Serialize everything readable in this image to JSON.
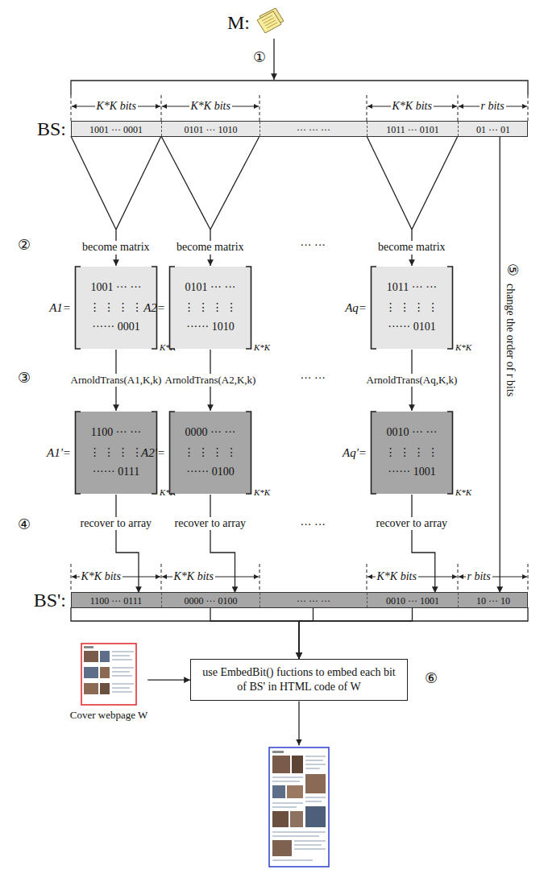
{
  "diagram": {
    "nodes": [
      {
        "text": [
          "BS:"
        ]
      },
      {
        "text": [
          "1001 ··· 0001"
        ],
        "in": 0
      },
      {
        "text": [
          "0101 ··· 1010"
        ],
        "in": 0
      },
      {
        "text": [
          "··· ··· ···"
        ],
        "in": 0
      },
      {
        "text": [
          "1011 ··· 0101"
        ],
        "in": 0
      },
      {
        "text": [
          "01 ··· 01"
        ],
        "in": 0
      },
      {
        "text": [
          "A1=",
          "1001 ··· ···",
          "⋮ ⋮ ⋮ ⋮",
          "······ 0001",
          "K*K"
        ]
      },
      {
        "text": [
          "A2=",
          "0101 ··· ···",
          "⋮ ⋮ ⋮ ⋮",
          "······ 1010",
          "K*K"
        ]
      },
      {
        "text": [
          "Aq=",
          "1011 ··· ···",
          "⋮ ⋮ ⋮ ⋮",
          "······ 0101",
          "K*K"
        ]
      },
      {
        "text": [
          "A1'=",
          "1100 ··· ···",
          "⋮ ⋮ ⋮ ⋮",
          "······ 0111",
          "K*K"
        ]
      },
      {
        "text": [
          "A2'=",
          "0000 ··· ···",
          "⋮ ⋮ ⋮ ⋮",
          "······ 0100",
          "K*K"
        ]
      },
      {
        "text": [
          "Aq'=",
          "0010 ··· ···",
          "⋮ ⋮ ⋮ ⋮",
          "······ 1001",
          "K*K"
        ]
      },
      {
        "text": [
          "BS':"
        ]
      },
      {
        "text": [
          "1100 ··· 0111"
        ],
        "in": 12
      },
      {
        "text": [
          "0000 ··· 0100"
        ],
        "in": 12
      },
      {
        "text": [
          "··· ··· ···"
        ],
        "in": 12
      },
      {
        "text": [
          "0010 ··· 1001"
        ],
        "in": 12
      },
      {
        "text": [
          "10 ··· 10"
        ],
        "in": 12
      },
      {
        "text": [
          "Cover webpage W"
        ]
      },
      {
        "text": [
          "use EmbedBit() fuctions to embed each bit of BS' in HTML code of W"
        ]
      }
    ],
    "edges": [
      {
        "from": 1,
        "to": 6,
        "label": "become matrix",
        "arrow": "to"
      },
      {
        "from": 2,
        "to": 7,
        "label": "become matrix",
        "arrow": "to"
      },
      {
        "from": 4,
        "to": 8,
        "label": "become matrix",
        "arrow": "to"
      },
      {
        "from": 6,
        "to": 9,
        "label": "ArnoldTrans(A1,K,k)",
        "arrow": "to"
      },
      {
        "from": 7,
        "to": 10,
        "label": "ArnoldTrans(A2,K,k)",
        "arrow": "to"
      },
      {
        "from": 8,
        "to": 11,
        "label": "ArnoldTrans(Aq,K,k)",
        "arrow": "to"
      },
      {
        "from": 9,
        "to": 13,
        "label": "recover to array",
        "arrow": "to"
      },
      {
        "from": 10,
        "to": 14,
        "label": "recover to array",
        "arrow": "to"
      },
      {
        "from": 11,
        "to": 16,
        "label": "recover to array",
        "arrow": "to"
      },
      {
        "from": 5,
        "to": 17,
        "label": "change the order of r bits",
        "arrow": "to"
      },
      {
        "from": 13,
        "to": 19,
        "arrow": "to"
      },
      {
        "from": 14,
        "to": 19,
        "arrow": "to"
      },
      {
        "from": 15,
        "to": 19,
        "arrow": "to"
      },
      {
        "from": 16,
        "to": 19,
        "arrow": "to"
      },
      {
        "from": 17,
        "to": 19,
        "arrow": "to"
      },
      {
        "from": 18,
        "to": 19,
        "arrow": "to"
      }
    ],
    "labels": [
      "M:",
      "①",
      "K*K bits",
      "K*K bits",
      "K*K bits",
      "r bits",
      "②",
      "··· ···",
      "③",
      "··· ···",
      "⑤",
      "④",
      "··· ···",
      "K*K bits",
      "K*K bits",
      "K*K bits",
      "r bits",
      "⑥"
    ]
  }
}
